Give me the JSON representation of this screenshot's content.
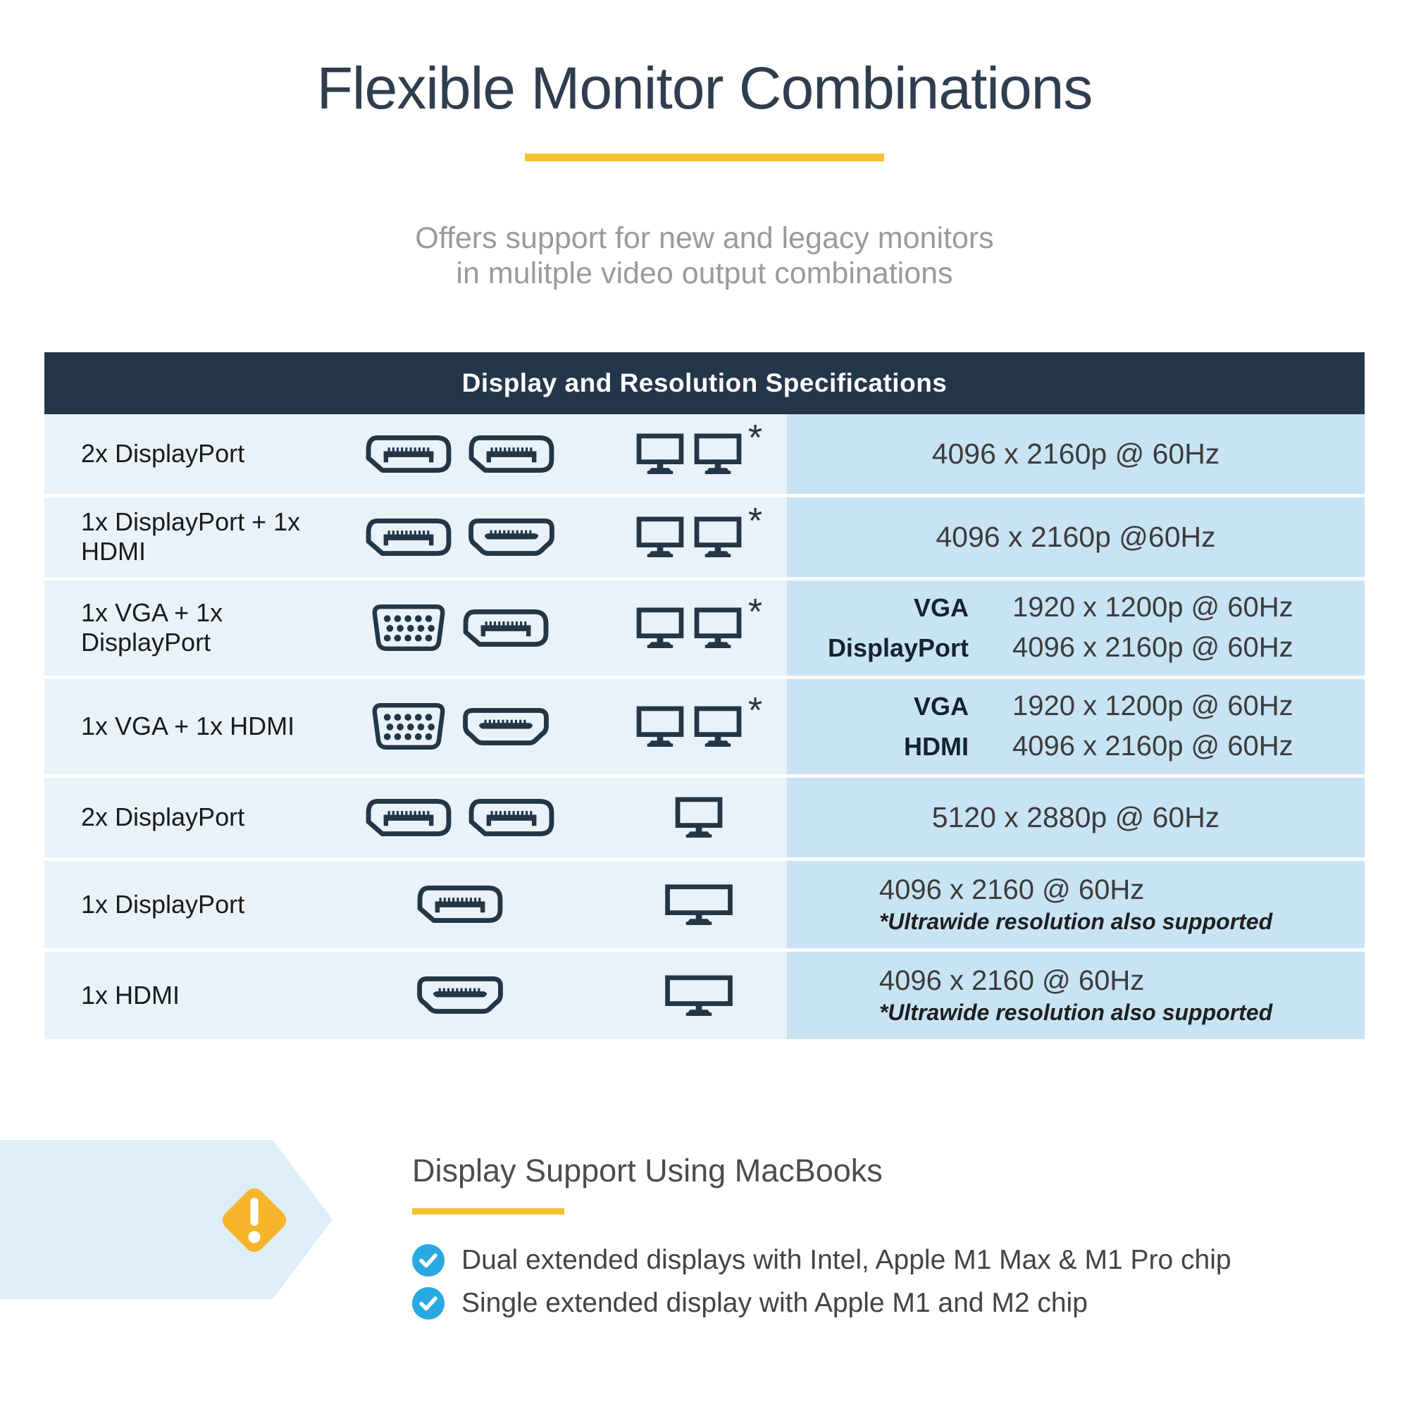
{
  "page": {
    "title": "Flexible Monitor Combinations",
    "subtitle_line1": "Offers support for new and legacy monitors",
    "subtitle_line2": "in mulitple video output combinations"
  },
  "colors": {
    "accent_yellow": "#f2c233",
    "header_navy": "#24364a",
    "icon_navy": "#243646",
    "cell_left_blue": "#e9f2f9",
    "cell_right_blue": "#c8e3f4",
    "banner_blue": "#ddeef8",
    "warning_yellow": "#f7b52c",
    "check_blue": "#29a9e1"
  },
  "table": {
    "header": "Display and Resolution Specifications",
    "rows": [
      {
        "label": "2x DisplayPort",
        "ports": [
          "displayport",
          "displayport"
        ],
        "monitors": 2,
        "wide": false,
        "asterisk": true,
        "resolutions": [
          {
            "port": "",
            "value": "4096 x 2160p @ 60Hz"
          }
        ],
        "note": ""
      },
      {
        "label": "1x DisplayPort + 1x HDMI",
        "ports": [
          "displayport",
          "hdmi"
        ],
        "monitors": 2,
        "wide": false,
        "asterisk": true,
        "resolutions": [
          {
            "port": "",
            "value": "4096 x 2160p @60Hz"
          }
        ],
        "note": ""
      },
      {
        "label": "1x VGA + 1x DisplayPort",
        "ports": [
          "vga",
          "displayport"
        ],
        "monitors": 2,
        "wide": false,
        "asterisk": true,
        "resolutions": [
          {
            "port": "VGA",
            "value": "1920 x 1200p @ 60Hz"
          },
          {
            "port": "DisplayPort",
            "value": "4096 x 2160p @ 60Hz"
          }
        ],
        "note": ""
      },
      {
        "label": "1x VGA + 1x HDMI",
        "ports": [
          "vga",
          "hdmi"
        ],
        "monitors": 2,
        "wide": false,
        "asterisk": true,
        "resolutions": [
          {
            "port": "VGA",
            "value": "1920 x 1200p @ 60Hz"
          },
          {
            "port": "HDMI",
            "value": "4096 x 2160p @ 60Hz"
          }
        ],
        "note": ""
      },
      {
        "label": "2x DisplayPort",
        "ports": [
          "displayport",
          "displayport"
        ],
        "monitors": 1,
        "wide": false,
        "asterisk": false,
        "resolutions": [
          {
            "port": "",
            "value": "5120 x 2880p @ 60Hz"
          }
        ],
        "note": ""
      },
      {
        "label": "1x DisplayPort",
        "ports": [
          "displayport"
        ],
        "monitors": 1,
        "wide": true,
        "asterisk": false,
        "resolutions": [
          {
            "port": "",
            "value": "4096 x 2160 @ 60Hz"
          }
        ],
        "note": "*Ultrawide resolution also supported"
      },
      {
        "label": "1x HDMI",
        "ports": [
          "hdmi"
        ],
        "monitors": 1,
        "wide": true,
        "asterisk": false,
        "resolutions": [
          {
            "port": "",
            "value": "4096 x 2160 @ 60Hz"
          }
        ],
        "note": "*Ultrawide resolution also supported"
      }
    ]
  },
  "footer": {
    "heading": "Display Support Using MacBooks",
    "bullets": [
      "Dual extended displays with Intel, Apple M1 Max & M1 Pro chip",
      "Single extended display with Apple M1 and M2 chip"
    ]
  }
}
